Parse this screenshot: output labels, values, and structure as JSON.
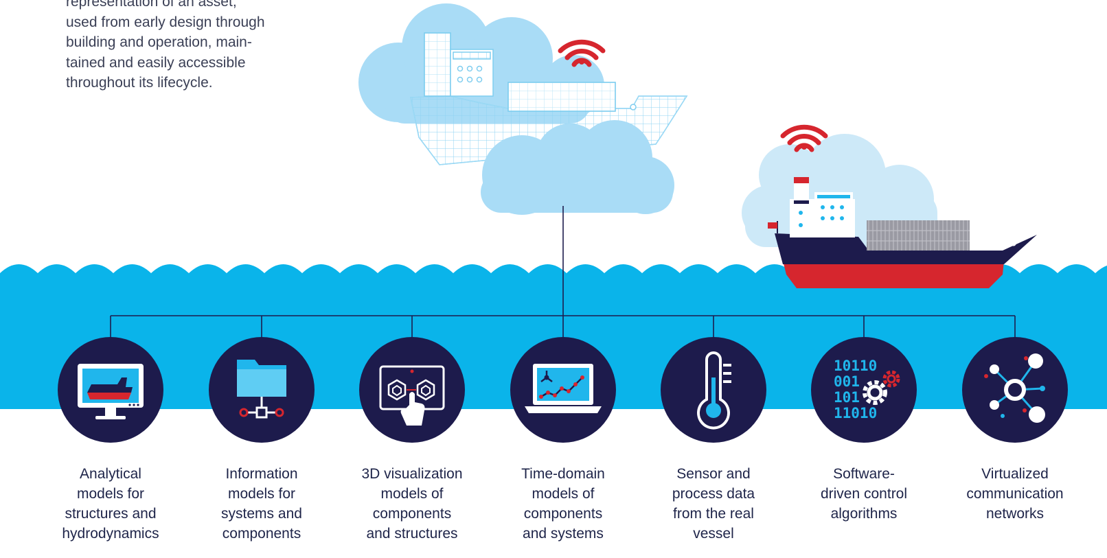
{
  "intro": "representation of an asset,\nused from early design through\nbuilding and operation, main-\ntained and easily accessible\nthroughout its lifecycle.",
  "colors": {
    "sea": "#0ab4ea",
    "cloud": "#a9dcf6",
    "navy": "#1d1b4c",
    "red": "#d6262e",
    "icon_blue": "#20b6ec",
    "white": "#ffffff"
  },
  "icons": {
    "analytical": "monitor-ship-icon",
    "information": "folder-network-icon",
    "visualization": "touchscreen-3d-icon",
    "timedomain": "laptop-chart-icon",
    "sensor": "thermometer-icon",
    "software": "binary-gear-icon",
    "network": "network-nodes-icon"
  },
  "binary_lines": [
    "10110",
    "001",
    "101",
    "11010"
  ],
  "items": [
    {
      "caption": "Analytical\nmodels for\nstructures and\nhydrodynamics"
    },
    {
      "caption": "Information\nmodels for\nsystems and\ncomponents"
    },
    {
      "caption": "3D visualization\nmodels of\ncomponents\nand structures"
    },
    {
      "caption": "Time-domain\nmodels of\ncomponents\nand systems"
    },
    {
      "caption": "Sensor and\nprocess data\nfrom the real\nvessel"
    },
    {
      "caption": "Software-\ndriven control\nalgorithms"
    },
    {
      "caption": "Virtualized\ncommunication\nnetworks"
    }
  ]
}
